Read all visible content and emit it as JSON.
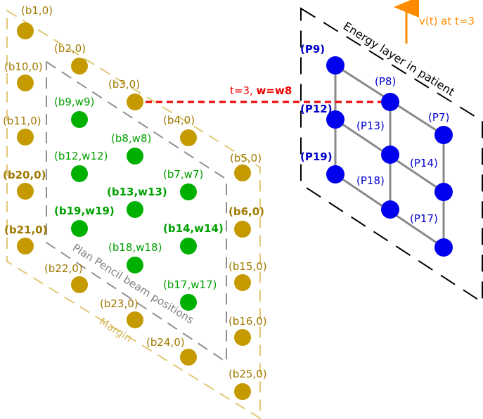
{
  "colors": {
    "margin_spot": "#c49a00",
    "margin_label": "#a07800",
    "margin_outline": "#e0c878",
    "plan_spot": "#00b000",
    "plan_label": "#00a000",
    "plan_outline": "#909090",
    "patient_spot": "#0000ee",
    "patient_label": "#0000cc",
    "grid_line": "#8a8a8a",
    "link": "#ee0000",
    "velocity": "#ff8c00"
  },
  "labels": {
    "margin": "Margin",
    "plan": "Plan Pencil beam positions",
    "energy_layer": "Energy layer in patient",
    "velocity": "v(t) at t=3",
    "link_prefix": "t=3, ",
    "link_bold": "w=w8"
  },
  "spots": {
    "margin": [
      {
        "id": "b1",
        "text": "(b1,0)",
        "bold": false
      },
      {
        "id": "b2",
        "text": "(b2,0)",
        "bold": false
      },
      {
        "id": "b10",
        "text": "(b10,0)",
        "bold": false
      },
      {
        "id": "b3",
        "text": "(b3,0)",
        "bold": false
      },
      {
        "id": "b11",
        "text": "(b11,0)",
        "bold": false
      },
      {
        "id": "b4",
        "text": "(b4,0)",
        "bold": false
      },
      {
        "id": "b20",
        "text": "(b20,0)",
        "bold": true
      },
      {
        "id": "b5",
        "text": "(b5,0)",
        "bold": false
      },
      {
        "id": "b21",
        "text": "(b21,0)",
        "bold": true
      },
      {
        "id": "b6",
        "text": "(b6,0)",
        "bold": true
      },
      {
        "id": "b22",
        "text": "(b22,0)",
        "bold": false
      },
      {
        "id": "b15",
        "text": "(b15,0)",
        "bold": false
      },
      {
        "id": "b23",
        "text": "(b23,0)",
        "bold": false
      },
      {
        "id": "b16",
        "text": "(b16,0)",
        "bold": false
      },
      {
        "id": "b24",
        "text": "(b24,0)",
        "bold": false
      },
      {
        "id": "b25",
        "text": "(b25,0)",
        "bold": false
      }
    ],
    "plan": [
      {
        "id": "b9",
        "text": "(b9,w9)",
        "bold": false
      },
      {
        "id": "b8",
        "text": "(b8,w8)",
        "bold": false
      },
      {
        "id": "b12",
        "text": "(b12,w12)",
        "bold": false
      },
      {
        "id": "b7",
        "text": "(b7,w7)",
        "bold": false
      },
      {
        "id": "b13",
        "text": "(b13,w13)",
        "bold": true
      },
      {
        "id": "b19",
        "text": "(b19,w19)",
        "bold": true
      },
      {
        "id": "b14",
        "text": "(b14,w14)",
        "bold": true
      },
      {
        "id": "b18",
        "text": "(b18,w18)",
        "bold": false
      },
      {
        "id": "b17",
        "text": "(b17,w17)",
        "bold": false
      }
    ],
    "patient": [
      {
        "id": "P9",
        "text": "(P9)",
        "bold": true
      },
      {
        "id": "P8",
        "text": "(P8)",
        "bold": false
      },
      {
        "id": "P12",
        "text": "(P12)",
        "bold": true
      },
      {
        "id": "P13",
        "text": "(P13)",
        "bold": false
      },
      {
        "id": "P7",
        "text": "(P7)",
        "bold": false
      },
      {
        "id": "P19",
        "text": "(P19)",
        "bold": true
      },
      {
        "id": "P14",
        "text": "(P14)",
        "bold": false
      },
      {
        "id": "P18",
        "text": "(P18)",
        "bold": false
      },
      {
        "id": "P17",
        "text": "(P17)",
        "bold": false
      }
    ]
  }
}
